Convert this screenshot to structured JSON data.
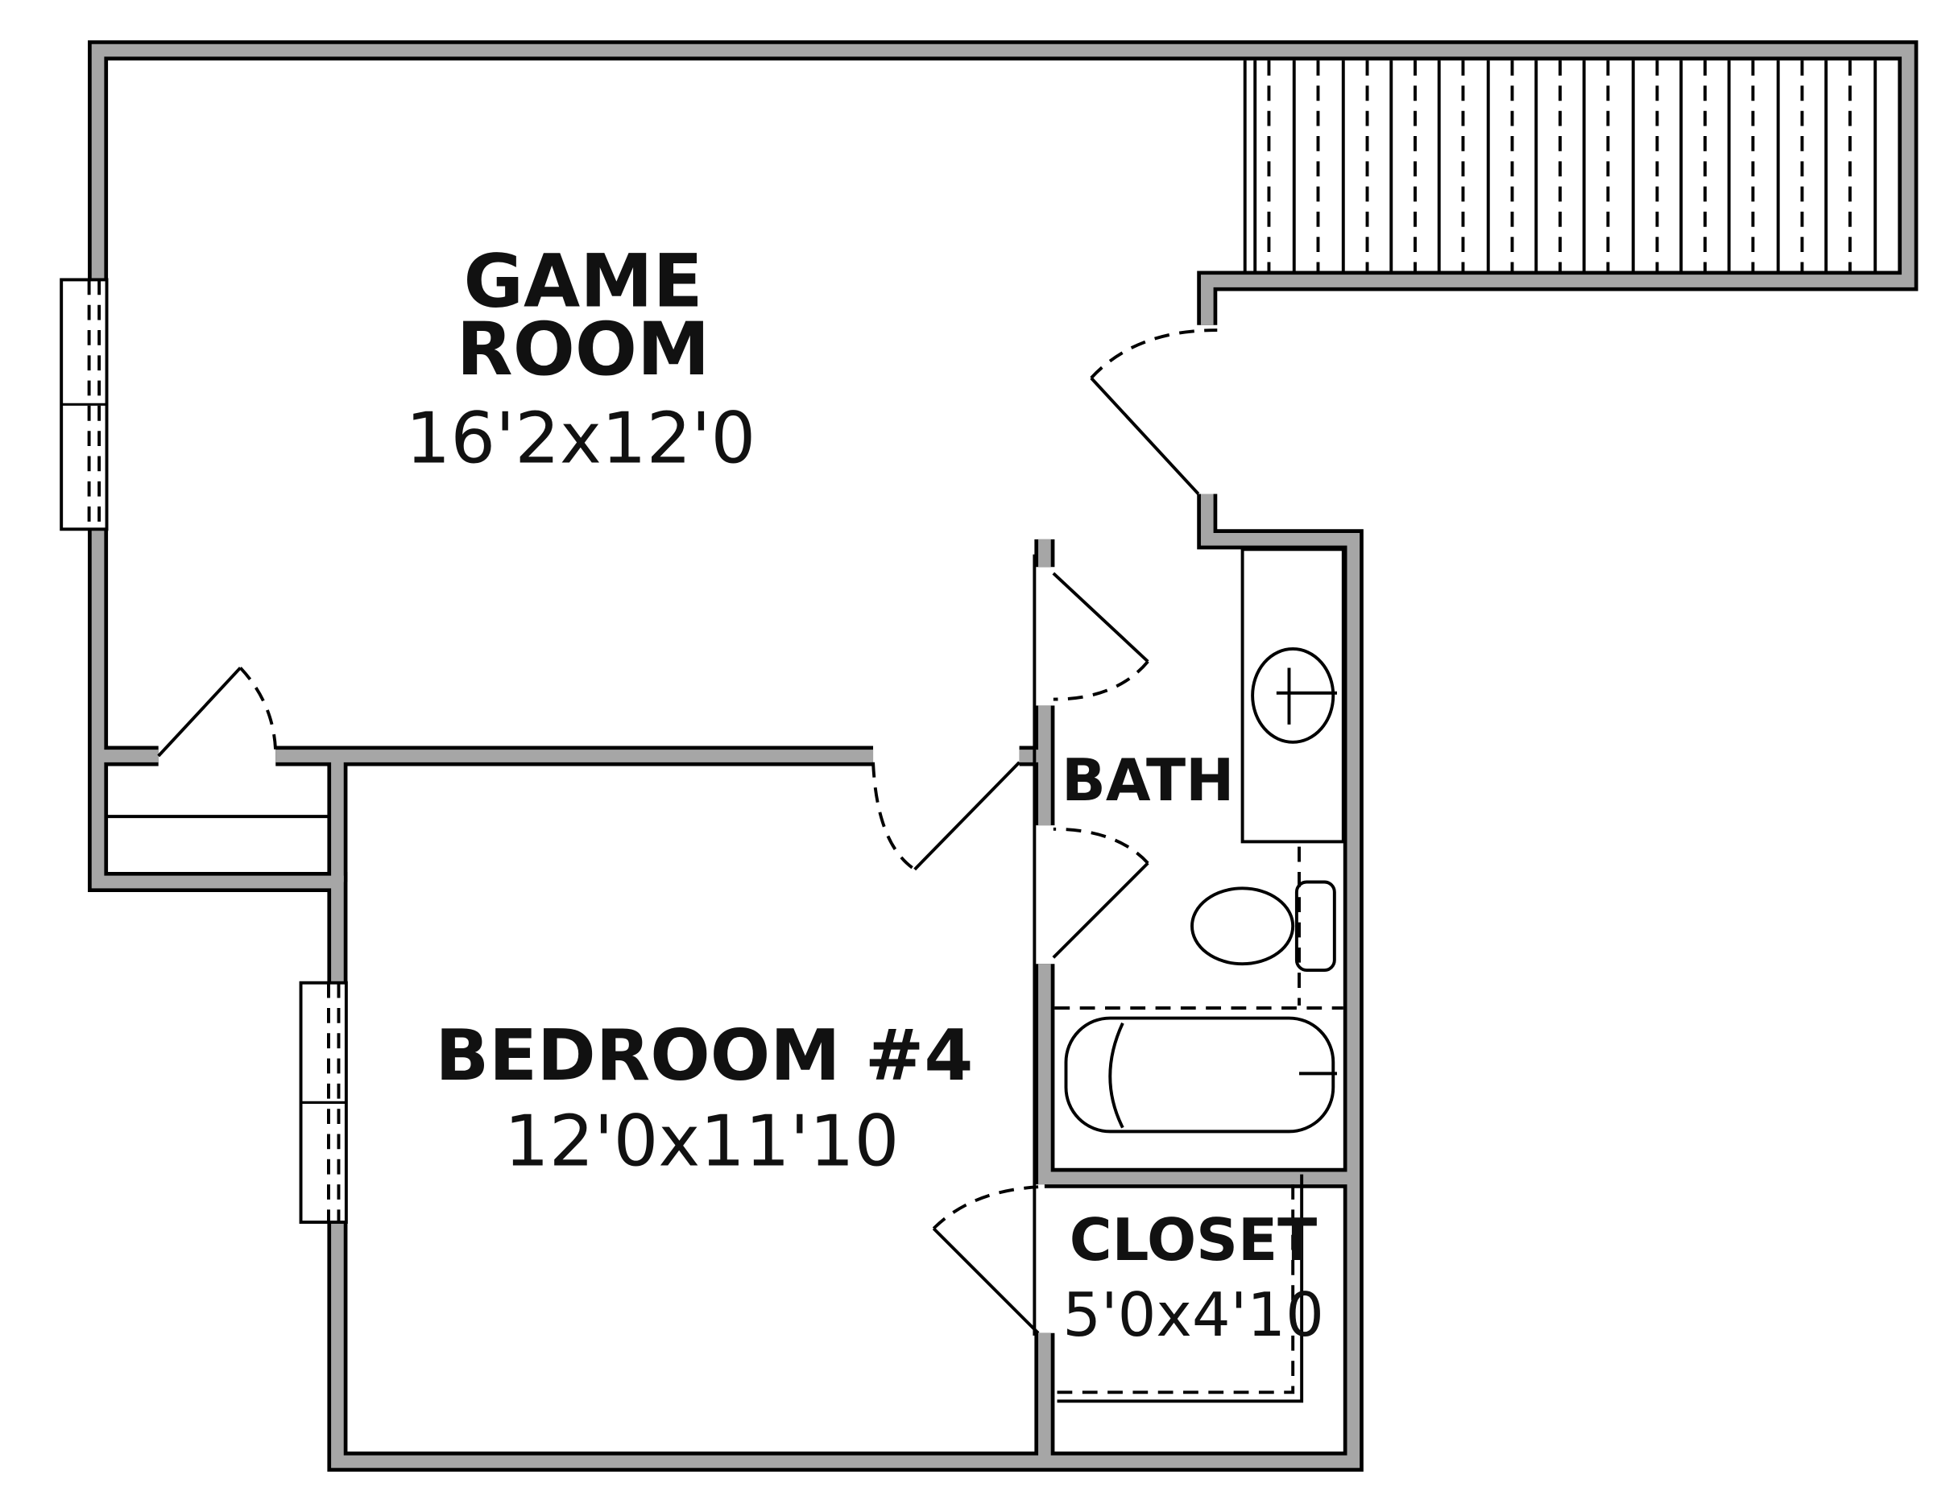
{
  "rooms": {
    "game_room": {
      "name_line1": "GAME",
      "name_line2": "ROOM",
      "size": "16'2x12'0"
    },
    "bedroom": {
      "name": "BEDROOM #4",
      "size": "12'0x11'10"
    },
    "bath": {
      "name": "BATH"
    },
    "closet": {
      "name": "CLOSET",
      "size": "5'0x4'10"
    }
  },
  "colors": {
    "wall_fill": "#a6a6a6",
    "wall_edge": "#000000"
  }
}
